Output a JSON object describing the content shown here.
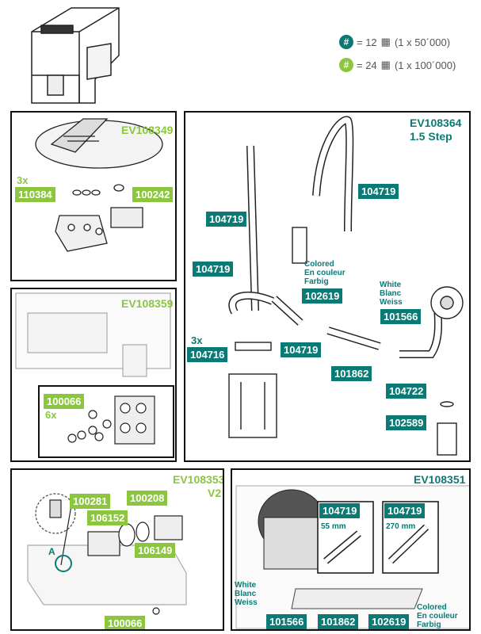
{
  "legend": [
    {
      "symbol": "#",
      "text": "= 12",
      "detail": "(1 x 50´000)",
      "color": "#0b7a75"
    },
    {
      "symbol": "#",
      "text": "= 24",
      "detail": "(1 x 100´000)",
      "color": "#8cc63f"
    }
  ],
  "panels": {
    "p1": {
      "title": "EV108349",
      "qty": "3x",
      "parts": [
        "110384",
        "100242"
      ]
    },
    "p2": {
      "title": "EV108359",
      "qty": "6x",
      "parts": [
        "100066"
      ]
    },
    "p3": {
      "title": "EV108364",
      "subtitle": "1.5 Step",
      "qty": "3x",
      "parts": [
        "104719",
        "104719",
        "104719",
        "104719",
        "104716",
        "102619",
        "101566",
        "101862",
        "104722",
        "102589"
      ],
      "note_colored": [
        "Colored",
        "En couleur",
        "Farbig"
      ],
      "note_white": [
        "White",
        "Blanc",
        "Weiss"
      ]
    },
    "p4": {
      "title": "EV108353",
      "subtitle": "V2",
      "parts": [
        "100281",
        "100208",
        "106152",
        "106149",
        "100066"
      ],
      "a_label": "A"
    },
    "p5": {
      "title": "EV108351",
      "parts": [
        "104719",
        "104719",
        "101566",
        "101862",
        "102619"
      ],
      "len1": "55 mm",
      "len2": "270 mm",
      "note_white": [
        "White",
        "Blanc",
        "Weiss"
      ],
      "note_colored": [
        "Colored",
        "En couleur",
        "Farbig"
      ]
    }
  },
  "colors": {
    "teal": "#0b7a75",
    "green": "#8cc63f"
  }
}
